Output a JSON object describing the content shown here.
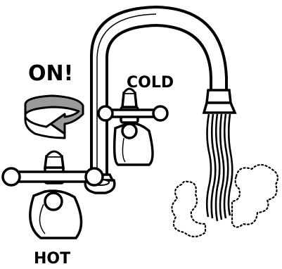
{
  "labels": {
    "on": "ON!",
    "cold": "COLD",
    "hot": "HOT"
  },
  "icons": {
    "rotation": "rotate-arrow-icon",
    "steam": "steam-cloud-icon"
  },
  "colors": {
    "ink": "#000000",
    "paper": "#ffffff",
    "arrow_fill": "#9a9a9a"
  }
}
